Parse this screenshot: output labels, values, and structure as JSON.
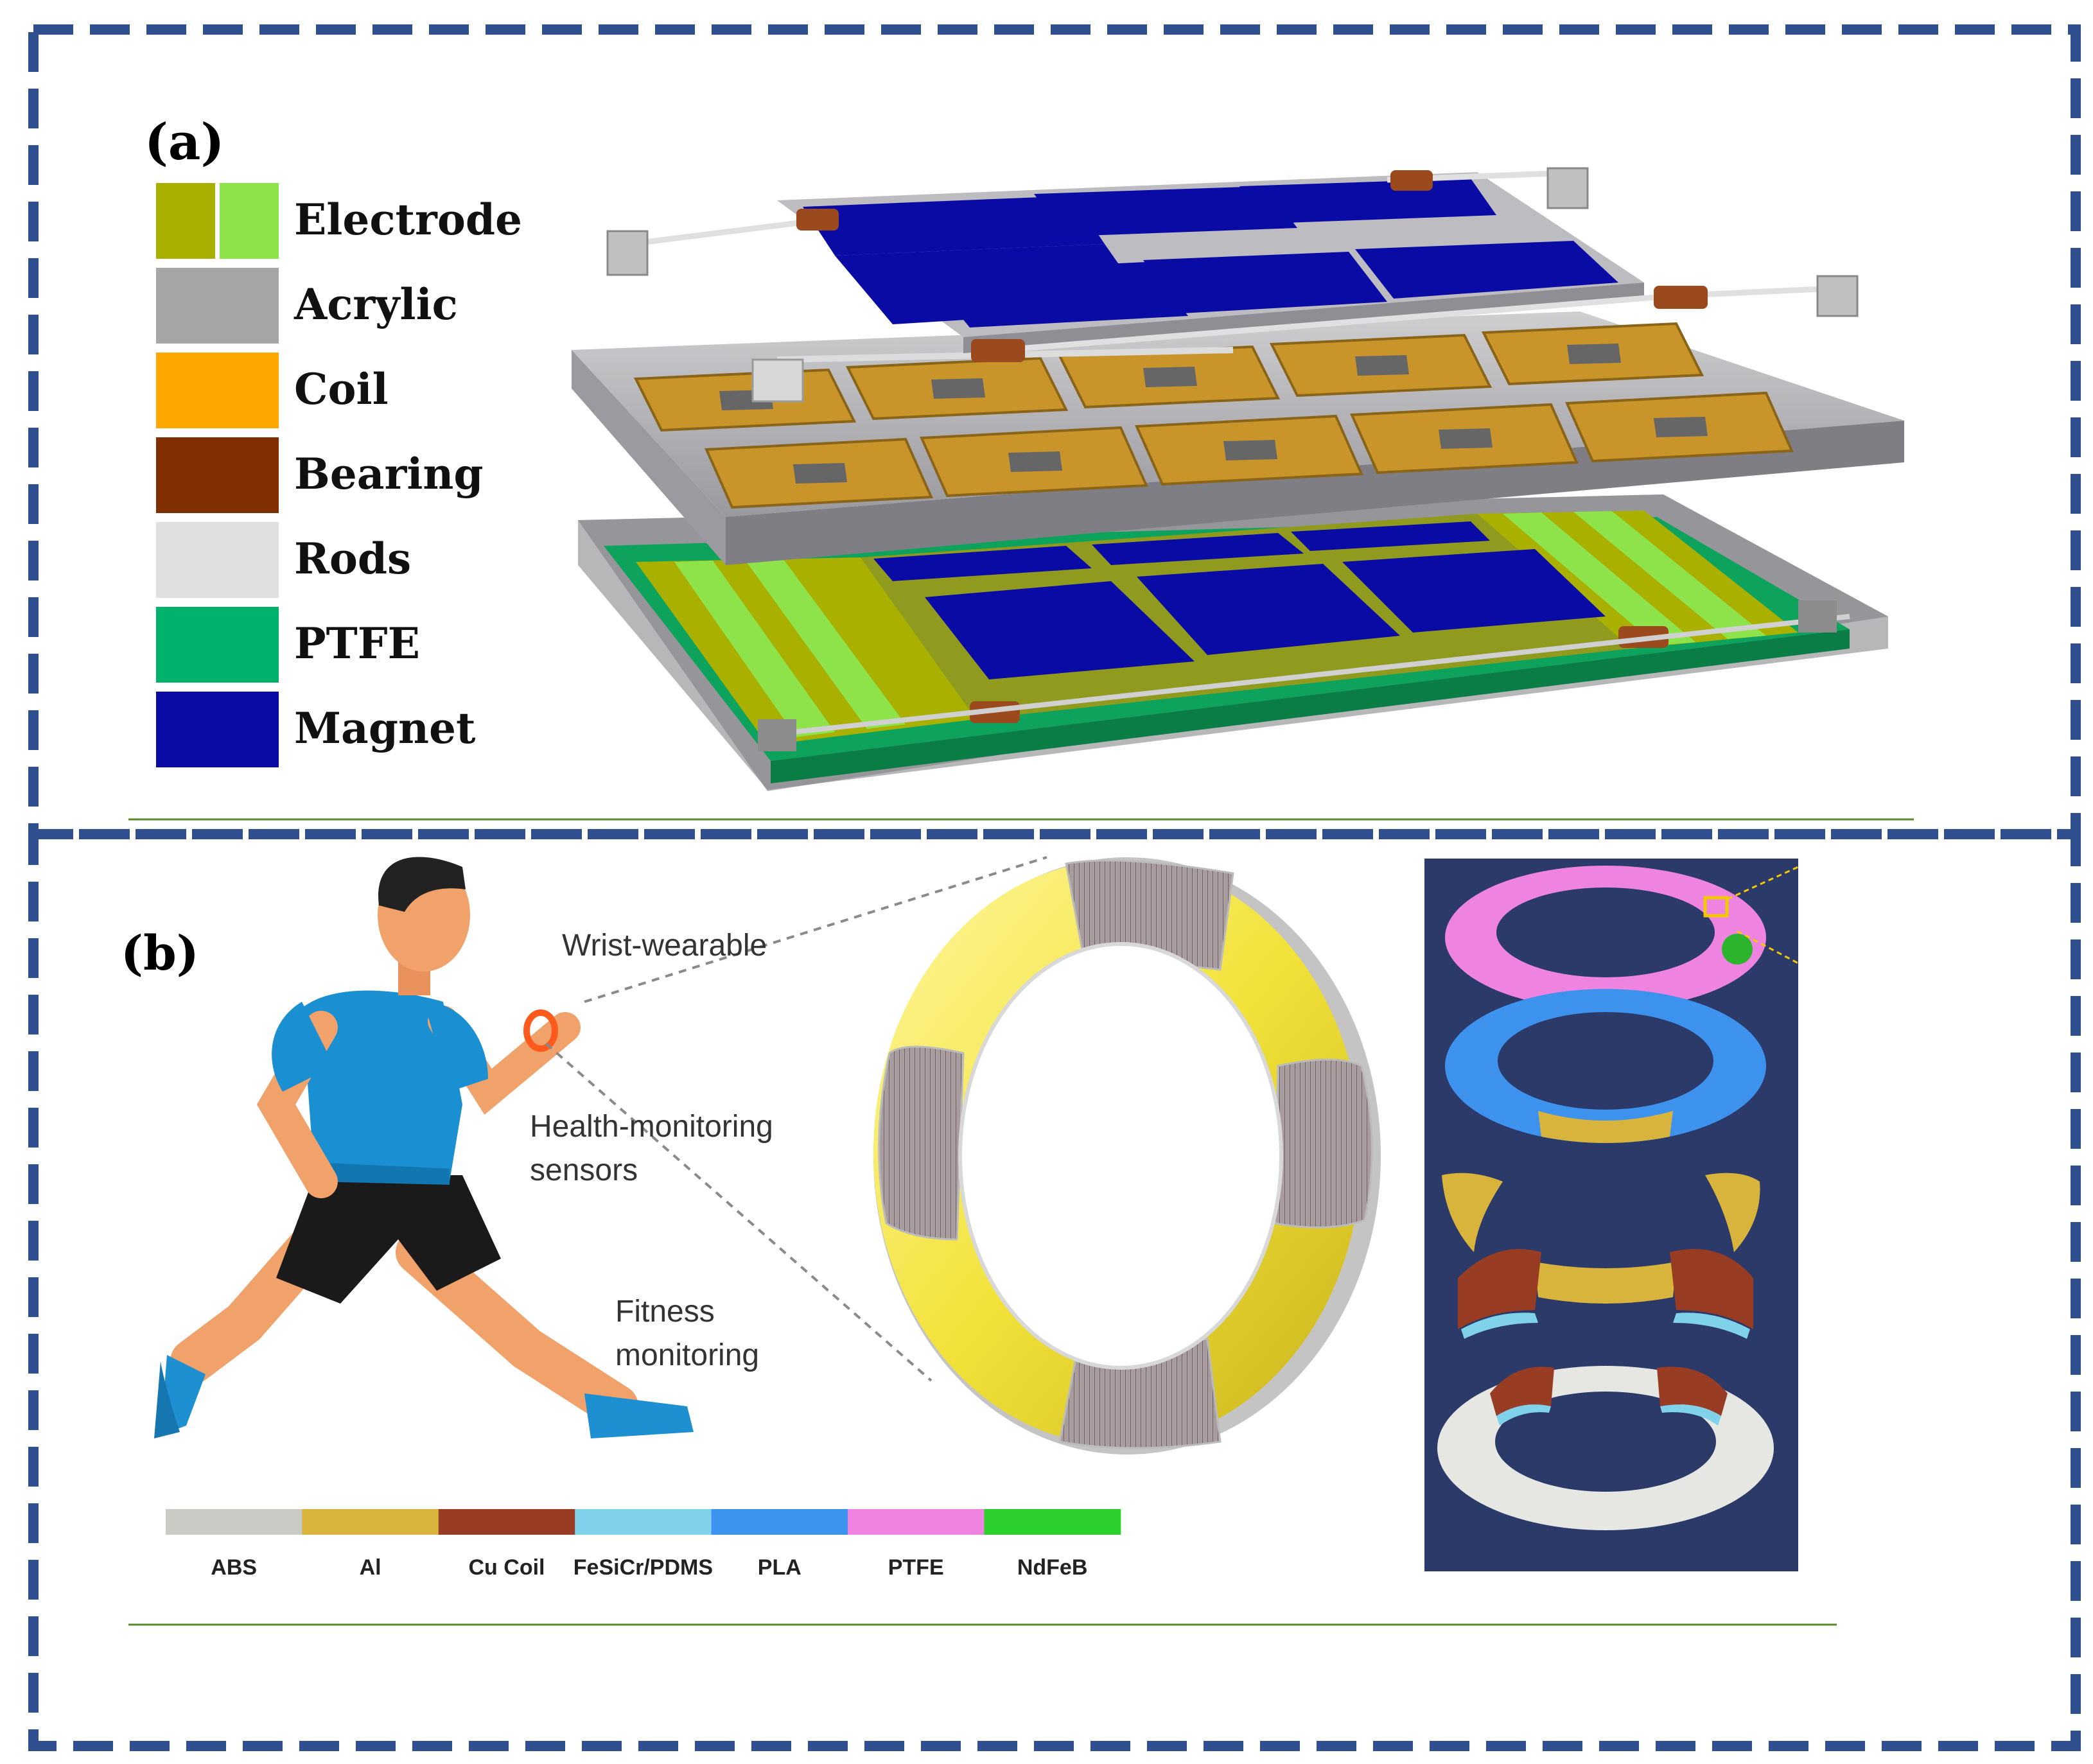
{
  "panel_a": {
    "label": "(a)",
    "legend": [
      {
        "label": "Electrode",
        "colors": [
          "#a9b000",
          "#8ee24a"
        ]
      },
      {
        "label": "Acrylic",
        "colors": [
          "#a6a6a6"
        ]
      },
      {
        "label": "Coil",
        "colors": [
          "#ffa600"
        ]
      },
      {
        "label": "Bearing",
        "colors": [
          "#7f2f00"
        ]
      },
      {
        "label": "Rods",
        "colors": [
          "#e0e0e0"
        ]
      },
      {
        "label": "PTFE",
        "colors": [
          "#00b26b"
        ]
      },
      {
        "label": "Magnet",
        "colors": [
          "#0a0aa5"
        ]
      }
    ]
  },
  "panel_b": {
    "label": "(b)",
    "callouts": {
      "wrist": "Wrist-wearable",
      "health_line1": "Health-monitoring",
      "health_line2": "sensors",
      "fitness_line1": "Fitness",
      "fitness_line2": "monitoring"
    },
    "materials": [
      {
        "label": "ABS",
        "color": "#cbcbc6"
      },
      {
        "label": "Al",
        "color": "#d9b43c"
      },
      {
        "label": "Cu Coil",
        "color": "#993c24"
      },
      {
        "label": "FeSiCr/PDMS",
        "color": "#7fd2ea"
      },
      {
        "label": "PLA",
        "color": "#3d92ee"
      },
      {
        "label": "PTFE",
        "color": "#ee84e0"
      },
      {
        "label": "NdFeB",
        "color": "#2cd02c"
      }
    ]
  },
  "colors": {
    "frame_dash": "#2f4f8f",
    "divider_green": "#5a8a2a",
    "exploded_bg": "#2b3a68"
  }
}
